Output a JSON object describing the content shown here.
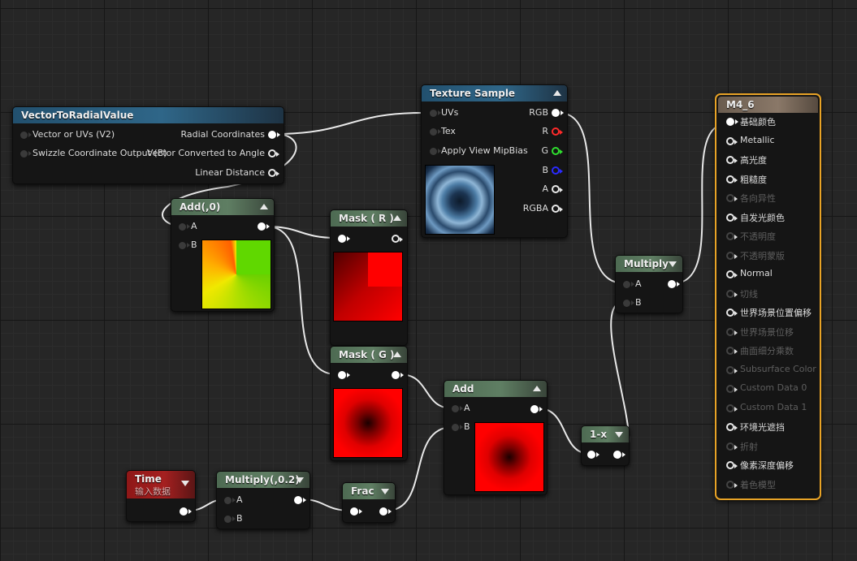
{
  "nodes": {
    "vector_to_radial": {
      "title": "VectorToRadialValue",
      "inputs": [
        "Vector or UVs (V2)",
        "Swizzle Coordinate Output (B)"
      ],
      "outputs": [
        "Radial Coordinates",
        "Vector Converted to Angle",
        "Linear Distance"
      ]
    },
    "texture_sample": {
      "title": "Texture Sample",
      "inputs": [
        "UVs",
        "Tex",
        "Apply View MipBias"
      ],
      "outputs": [
        "RGB",
        "R",
        "G",
        "B",
        "A",
        "RGBA"
      ]
    },
    "add_zero": {
      "title": "Add(,0)",
      "inputs": [
        "A",
        "B"
      ]
    },
    "mask_r": {
      "title": "Mask ( R )"
    },
    "mask_g": {
      "title": "Mask ( G )"
    },
    "add": {
      "title": "Add",
      "inputs": [
        "A",
        "B"
      ]
    },
    "time": {
      "title": "Time",
      "subtitle": "输入数据"
    },
    "multiply_02": {
      "title": "Multiply(,0.2)",
      "inputs": [
        "A",
        "B"
      ]
    },
    "frac": {
      "title": "Frac"
    },
    "one_minus_x": {
      "title": "1-x"
    },
    "multiply": {
      "title": "Multiply",
      "inputs": [
        "A",
        "B"
      ]
    },
    "result": {
      "title": "M4_6",
      "pins": [
        {
          "label": "基础颜色",
          "state": "connected"
        },
        {
          "label": "Metallic",
          "state": "active"
        },
        {
          "label": "高光度",
          "state": "active"
        },
        {
          "label": "粗糙度",
          "state": "active"
        },
        {
          "label": "各向异性",
          "state": "disabled"
        },
        {
          "label": "自发光颜色",
          "state": "active"
        },
        {
          "label": "不透明度",
          "state": "disabled"
        },
        {
          "label": "不透明蒙版",
          "state": "disabled"
        },
        {
          "label": "Normal",
          "state": "active"
        },
        {
          "label": "切线",
          "state": "disabled"
        },
        {
          "label": "世界场景位置偏移",
          "state": "active"
        },
        {
          "label": "世界场景位移",
          "state": "disabled"
        },
        {
          "label": "曲面细分乘数",
          "state": "disabled"
        },
        {
          "label": "Subsurface Color",
          "state": "disabled"
        },
        {
          "label": "Custom Data 0",
          "state": "disabled"
        },
        {
          "label": "Custom Data 1",
          "state": "disabled"
        },
        {
          "label": "环境光遮挡",
          "state": "active"
        },
        {
          "label": "折射",
          "state": "disabled"
        },
        {
          "label": "像素深度偏移",
          "state": "active"
        },
        {
          "label": "着色模型",
          "state": "disabled"
        }
      ]
    }
  },
  "colors": {
    "accent_selected": "#e8a326",
    "pin_r": "#ff2a2a",
    "pin_g": "#2fe02f",
    "pin_b": "#2a2aff",
    "wire": "#e8e8e8"
  },
  "icons": {
    "collapse": "collapse-arrow-icon",
    "expand": "expand-arrow-icon"
  }
}
